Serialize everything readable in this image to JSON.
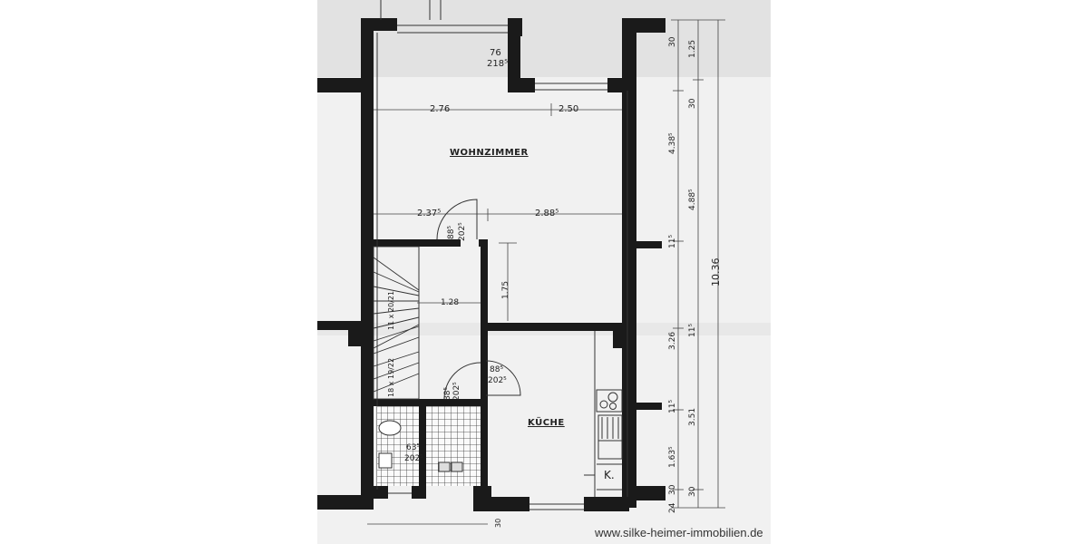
{
  "floorplan": {
    "rooms": {
      "living_room": "WOHNZIMMER",
      "kitchen": "KÜCHE",
      "kitchen_marker": "K."
    },
    "dimensions": {
      "window_top": "76",
      "window_top_height": "218⁵",
      "width_left_top": "2.76",
      "width_right_top": "2.50",
      "width_left_mid": "2.37⁵",
      "width_right_mid": "2.88⁵",
      "door_living_w": "88⁵",
      "door_living_h": "202⁵",
      "hall_width": "1.28",
      "hall_depth": "1.75",
      "door_kitchen_w": "88⁵",
      "door_kitchen_h": "202⁵",
      "door_hall_w": "88⁵",
      "door_hall_h": "202⁵",
      "door_wc_w": "63⁵",
      "door_wc_h": "202⁵",
      "stairs_upper": "11 x 20/21",
      "stairs_lower": "18 x 19/22",
      "right_col1": [
        "30",
        "4.38⁵",
        "11⁵",
        "3.26",
        "11⁵",
        "1.63⁵",
        "30",
        "24"
      ],
      "right_col2": [
        "1.25",
        "30",
        "4.88⁵",
        "11⁵",
        "3.51",
        "30"
      ],
      "total_length": "10.36",
      "bottom_small": "30"
    },
    "watermark": "www.silke-heimer-immobilien.de"
  }
}
